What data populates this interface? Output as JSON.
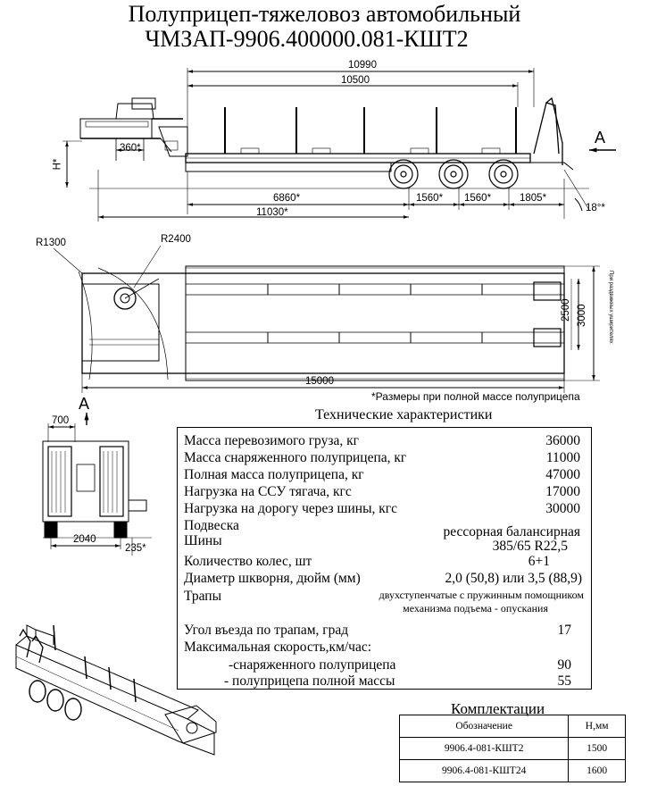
{
  "title": {
    "line1": "Полуприцеп-тяжеловоз автомобильный",
    "line2": "ЧМЗАП-9906.400000.081-КШТ2"
  },
  "side_view": {
    "dims": {
      "overall_length": "10990",
      "deck_length": "10500",
      "kingpin_offset": "360*",
      "height": "H*",
      "deck_to_axle": "6860*",
      "axle_spacing_1": "1560*",
      "axle_spacing_2": "1560*",
      "rear_overhang": "1805*",
      "ramp_angle": "18°*",
      "wheelbase": "11030*"
    },
    "view_marker": "A"
  },
  "top_view": {
    "dims": {
      "radius_front": "R1300",
      "radius_swing": "R2400",
      "inner_width": "2500",
      "outer_width": "3000",
      "overall_length": "15000",
      "side_label": "При раздвижных уширителях"
    },
    "view_marker": "A"
  },
  "note": "*Размеры при полной массе полуприцепа",
  "rear_view": {
    "dims": {
      "ramp_width": "700",
      "track": "2040",
      "ground_clearance": "235*"
    }
  },
  "specs": {
    "heading": "Технические характеристики",
    "rows": [
      {
        "label": "Масса перевозимого груза, кг",
        "value": "36000"
      },
      {
        "label": "Масса снаряженного полуприцепа, кг",
        "value": "11000"
      },
      {
        "label": "Полная масса полуприцепа, кг",
        "value": "47000"
      },
      {
        "label": "Нагрузка на ССУ тягача, кгс",
        "value": "17000"
      },
      {
        "label": "Нагрузка на дорогу через шины, кгс",
        "value": "30000"
      }
    ],
    "suspension_label": "Подвеска",
    "suspension_value": "рессорная балансирная",
    "tires_label": "Шины",
    "tires_value": "385/65 R22,5",
    "wheels_label": "Количество колес, шт",
    "wheels_value": "6+1",
    "kingpin_label": "Диаметр шкворня, дюйм (мм)",
    "kingpin_value": "2,0 (50,8) или 3,5 (88,9)",
    "ramps_label": "Трапы",
    "ramps_value_line1": "двухступенчатые с пружинным помощником",
    "ramps_value_line2": "механизма подъема - опускания",
    "ramp_angle_label": "Угол въезда по  трапам, град",
    "ramp_angle_value": "17",
    "speed_label": "Максимальная скорость,км/час:",
    "speed_empty_label": "-снаряженного полуприцепа",
    "speed_empty_value": "90",
    "speed_full_label": "- полуприцепа полной массы",
    "speed_full_value": "55"
  },
  "kits": {
    "heading": "Комплектации",
    "columns": [
      "Обозначение",
      "Н,мм"
    ],
    "rows": [
      [
        "9906.4-081-КШТ2",
        "1500"
      ],
      [
        "9906.4-081-КШТ24",
        "1600"
      ]
    ]
  }
}
